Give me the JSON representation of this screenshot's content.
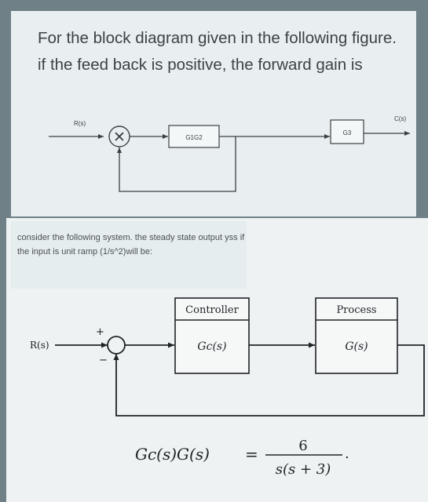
{
  "question1": {
    "text": "For the block diagram given in the following figure. if the feed back is positive, the forward gain is"
  },
  "diagram1": {
    "input_label": "R(s)",
    "block1_label": "G1G2",
    "block2_label": "G3",
    "output_label": "C(s)",
    "summing_symbol": "✕"
  },
  "question2": {
    "text": "consider the following system. the steady state output yss if the input is unit ramp (1/s^2)will be:"
  },
  "diagram2": {
    "input_label": "R(s)",
    "plus_sign": "+",
    "minus_sign": "−",
    "controller_title": "Controller",
    "controller_tf": "Gc(s)",
    "process_title": "Process",
    "process_tf": "G(s)"
  },
  "equation": {
    "lhs": "Gc(s)G(s)",
    "equals": "=",
    "numerator": "6",
    "denominator": "s(s + 3)",
    "trailing": "."
  }
}
